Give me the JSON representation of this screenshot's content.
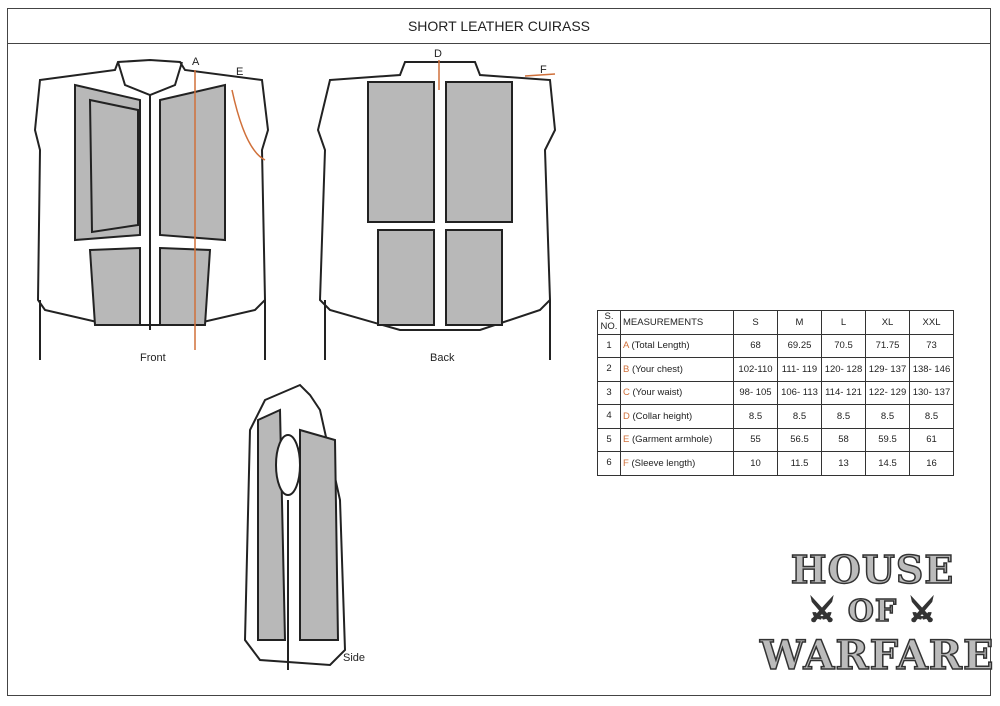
{
  "title": "SHORT LEATHER CUIRASS",
  "views": {
    "front": "Front",
    "back": "Back",
    "side": "Side"
  },
  "markers": {
    "a": "A",
    "d": "D",
    "e": "E",
    "f": "F"
  },
  "table": {
    "headers": [
      "S. NO.",
      "MEASUREMENTS",
      "S",
      "M",
      "L",
      "XL",
      "XXL"
    ],
    "rows": [
      {
        "no": "1",
        "letter": "A",
        "name": "(Total Length)",
        "values": [
          "68",
          "69.25",
          "70.5",
          "71.75",
          "73"
        ]
      },
      {
        "no": "2",
        "letter": "B",
        "name": "(Your chest)",
        "values": [
          "102-110",
          "111- 119",
          "120- 128",
          "129- 137",
          "138- 146"
        ]
      },
      {
        "no": "3",
        "letter": "C",
        "name": "(Your waist)",
        "values": [
          "98- 105",
          "106- 113",
          "114- 121",
          "122- 129",
          "130- 137"
        ]
      },
      {
        "no": "4",
        "letter": "D",
        "name": "(Collar height)",
        "values": [
          "8.5",
          "8.5",
          "8.5",
          "8.5",
          "8.5"
        ]
      },
      {
        "no": "5",
        "letter": "E",
        "name": "(Garment armhole)",
        "values": [
          "55",
          "56.5",
          "58",
          "59.5",
          "61"
        ]
      },
      {
        "no": "6",
        "letter": "F",
        "name": "(Sleeve length)",
        "values": [
          "10",
          "11.5",
          "13",
          "14.5",
          "16"
        ]
      }
    ]
  },
  "logo": {
    "line1": "HOUSE",
    "line2": "OF",
    "line3": "WARFARE"
  },
  "colors": {
    "accent": "#d0703a",
    "panel": "#b8b8b8"
  }
}
